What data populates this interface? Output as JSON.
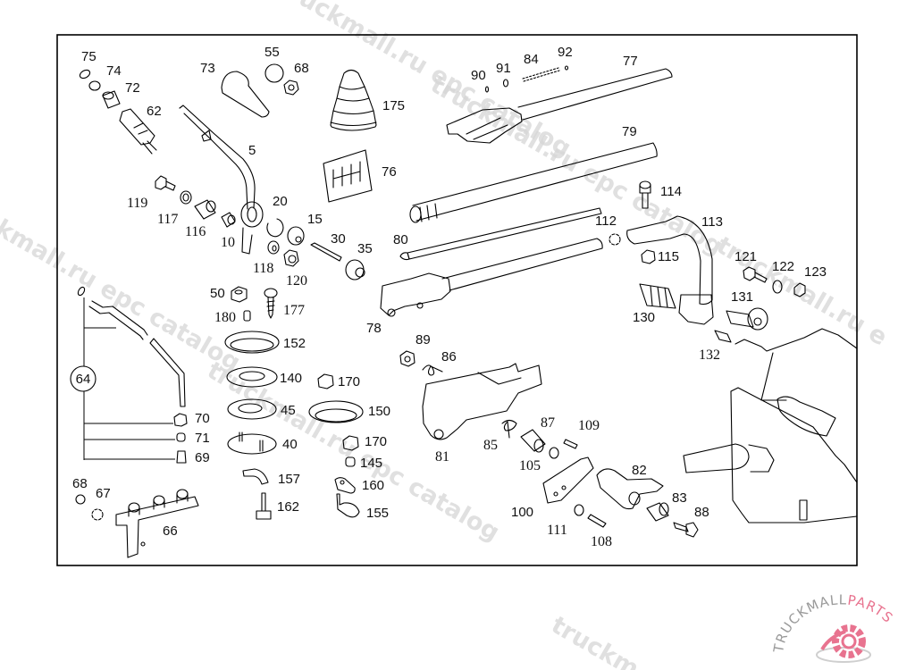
{
  "diagram": {
    "title": "Gear shift linkage exploded parts diagram",
    "group_callout": "64",
    "part_labels": {
      "p75": "75",
      "p74": "74",
      "p72": "72",
      "p62": "62",
      "p73": "73",
      "p55": "55",
      "p68a": "68",
      "p5": "5",
      "p175": "175",
      "p76": "76",
      "p119": "119",
      "p117": "117",
      "p116": "116",
      "p10": "10",
      "p20": "20",
      "p15": "15",
      "p118": "118",
      "p120": "120",
      "p30": "30",
      "p35": "35",
      "p50": "50",
      "p180": "180",
      "p177": "177",
      "p152": "152",
      "p140": "140",
      "p170a": "170",
      "p45": "45",
      "p150": "150",
      "p40": "40",
      "p170b": "170",
      "p145": "145",
      "p157": "157",
      "p160": "160",
      "p162": "162",
      "p155": "155",
      "p70": "70",
      "p71": "71",
      "p69": "69",
      "p68b": "68",
      "p67": "67",
      "p66": "66",
      "p90": "90",
      "p91": "91",
      "p84": "84",
      "p92": "92",
      "p77": "77",
      "p79": "79",
      "p114": "114",
      "p80": "80",
      "p112": "112",
      "p113": "113",
      "p115": "115",
      "p78": "78",
      "p121": "121",
      "p122": "122",
      "p123": "123",
      "p131": "131",
      "p130": "130",
      "p132": "132",
      "p89": "89",
      "p86": "86",
      "p81": "81",
      "p85": "85",
      "p87": "87",
      "p109": "109",
      "p105": "105",
      "p82": "82",
      "p83": "83",
      "p88": "88",
      "p100": "100",
      "p111": "111",
      "p108": "108"
    }
  },
  "watermarks": {
    "w1": "truckmall.ru epc catalog",
    "w2": "truckmall.ru epc catalog",
    "w3": "truckmall.ru epc catalog",
    "w4": "truckmall.ru epc catalog"
  },
  "brand": {
    "name_grey": "TRUCKMALL",
    "name_pink": "PARTS",
    "accent_color": "#e8738f"
  }
}
